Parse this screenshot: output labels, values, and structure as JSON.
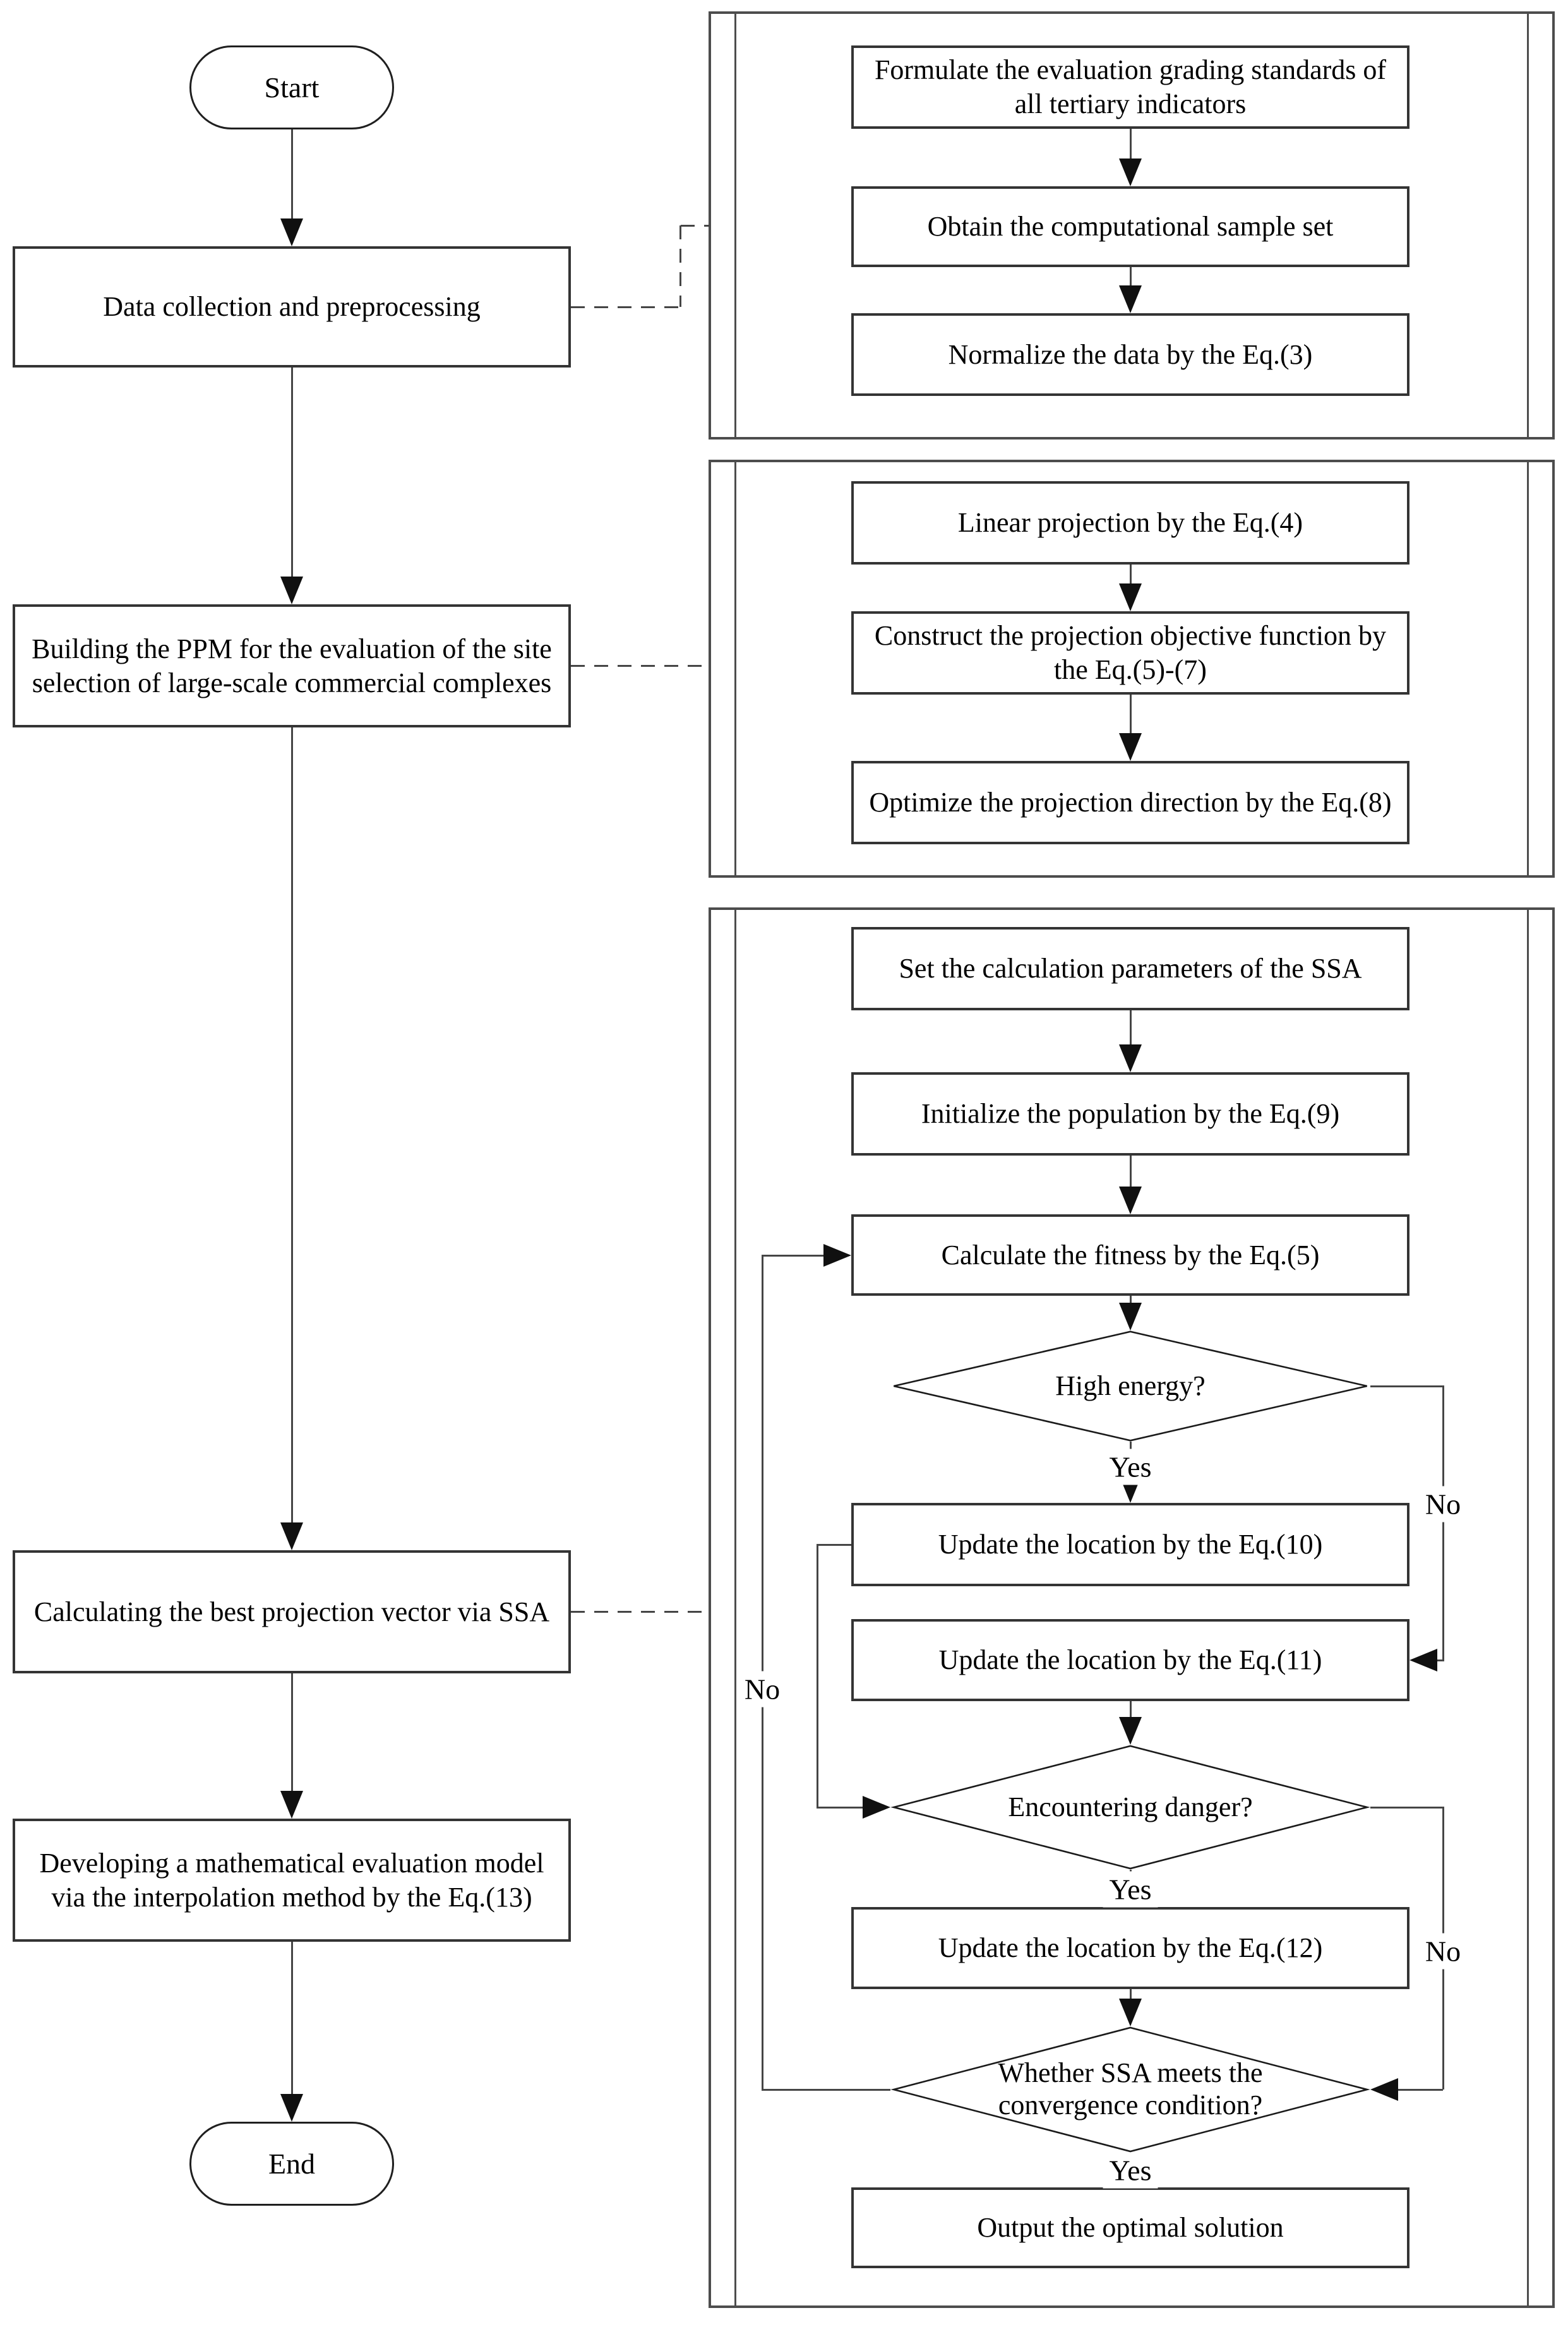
{
  "figure": {
    "type": "flowchart",
    "start_label": "Start",
    "end_label": "End",
    "yes_label": "Yes",
    "no_label": "No",
    "main_steps": [
      "Data collection and preprocessing",
      "Building the PPM for the evaluation of the site selection of large-scale commercial complexes",
      "Calculating the best projection vector via SSA",
      "Developing a mathematical evaluation model via the interpolation method by the Eq.(13)"
    ],
    "panel_data_preprocessing": {
      "steps": [
        "Formulate the evaluation grading standards of all tertiary indicators",
        "Obtain the computational sample set",
        "Normalize the data by the Eq.(3)"
      ]
    },
    "panel_ppm_construction": {
      "steps": [
        "Linear projection by the Eq.(4)",
        "Construct the projection objective function by the Eq.(5)-(7)",
        "Optimize the projection direction by the Eq.(8)"
      ]
    },
    "panel_ssa_optimization": {
      "steps": [
        "Set the calculation parameters of the SSA",
        "Initialize the  population by the Eq.(9)",
        "Calculate the fitness by the Eq.(5)",
        "Update the location by the Eq.(10)",
        "Update the location by the Eq.(11)",
        "Update the location by the Eq.(12)",
        "Output the optimal solution"
      ],
      "decisions": [
        "High energy?",
        "Encountering danger?",
        "Whether SSA meets the convergence condition?"
      ]
    },
    "colors": {
      "background": "#ffffff",
      "line": "#454545",
      "box_border": "#343434",
      "text": "#000000"
    }
  }
}
